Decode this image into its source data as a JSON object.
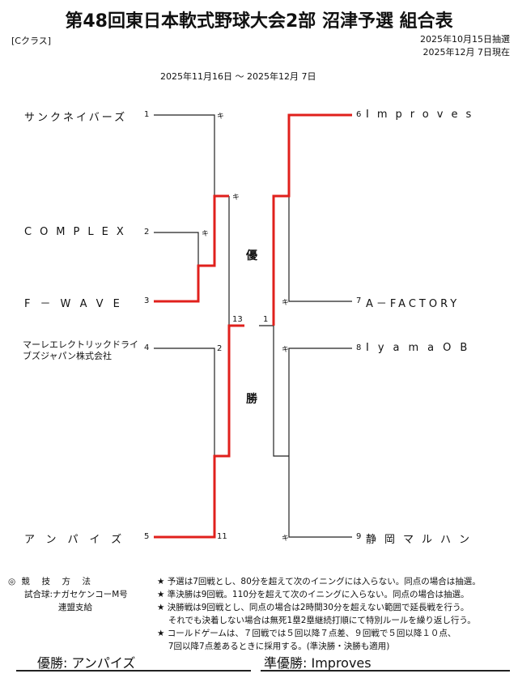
{
  "header": {
    "title": "第48回東日本軟式野球大会2部 沼津予選 組合表",
    "class": "[Cクラス]",
    "draw_date": "2025年10月15日抽選",
    "as_of": "2025年12月 7日現在",
    "period": "2025年11月16日 ～ 2025年12月 7日"
  },
  "teams": [
    {
      "no": "1",
      "name": "サンクネイバーズ"
    },
    {
      "no": "2",
      "name": "COMPLEX"
    },
    {
      "no": "3",
      "name": "F－WAVE"
    },
    {
      "no": "4",
      "name": "マーレエレクトリックドライブズジャパン株式会社",
      "line1": "マーレエレクトリックドライ",
      "line2": "ブズジャパン株式会社"
    },
    {
      "no": "5",
      "name": "アンパイズ"
    },
    {
      "no": "6",
      "name": "Improves"
    },
    {
      "no": "7",
      "name": "A－FACTORY"
    },
    {
      "no": "8",
      "name": "IyamaOB"
    },
    {
      "no": "9",
      "name": "静岡マルハン"
    }
  ],
  "scores": {
    "ki": "キ",
    "semi_left_top": "13",
    "final_right": "1",
    "r4": "2",
    "r5": "11"
  },
  "center": {
    "c1": "優",
    "c2": "勝"
  },
  "rules": {
    "heading": "◎ 競　技　方　法",
    "ball": "試合球:ナガセケンコーM号",
    "supply": "連盟支給",
    "items": [
      "★ 予選は7回戦とし、80分を超えて次のイニングには入らない。同点の場合は抽選。",
      "★ 準決勝は9回戦。110分を超えて次のイニングに入らない。同点の場合は抽選。",
      "★ 決勝戦は9回戦とし、同点の場合は2時間30分を超えない範囲で延長戦を行う。",
      "　 それでも決着しない場合は無死1塁2塁継続打順にて特別ルールを繰り返し行う。",
      "★ コールドゲームは、７回戦では５回以降７点差、９回戦で５回以降１０点、",
      "　 7回以降7点差あるときに採用する。(準決勝・決勝も適用)"
    ]
  },
  "results": {
    "winner": "優勝: アンパイズ",
    "runner_up": "準優勝: Improves"
  },
  "colors": {
    "win_line": "#e0201c",
    "line": "#222222"
  }
}
